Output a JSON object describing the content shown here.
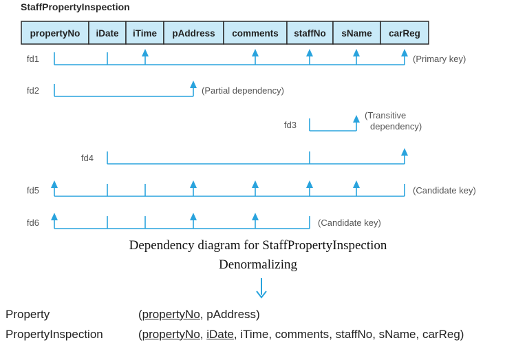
{
  "diagram": {
    "title": "StaffPropertyInspection",
    "attributes": [
      "propertyNo",
      "iDate",
      "iTime",
      "pAddress",
      "comments",
      "staffNo",
      "sName",
      "carReg"
    ],
    "colors": {
      "line": "#29a3dd",
      "cell_fill": "#c9eaf8",
      "border": "#2b2b2b",
      "label": "#555555"
    },
    "dependencies": [
      {
        "label": "fd1",
        "determinants": [
          0,
          1
        ],
        "dependents": [
          2,
          4,
          5,
          6,
          7
        ],
        "note": [
          "(Primary key)"
        ]
      },
      {
        "label": "fd2",
        "determinants": [
          0
        ],
        "dependents": [
          3
        ],
        "note": [
          "(Partial dependency)"
        ]
      },
      {
        "label": "fd3",
        "determinants": [
          5
        ],
        "dependents": [
          6
        ],
        "note": [
          "(Transitive",
          "dependency)"
        ]
      },
      {
        "label": "fd4",
        "determinants": [
          1,
          5
        ],
        "dependents": [
          7
        ],
        "note": []
      },
      {
        "label": "fd5",
        "determinants": [
          1,
          2,
          7
        ],
        "dependents": [
          0,
          3,
          4,
          5,
          6
        ],
        "note": [
          "(Candidate key)"
        ]
      },
      {
        "label": "fd6",
        "determinants": [
          1,
          2,
          5
        ],
        "dependents": [
          0,
          3,
          4
        ],
        "note": [
          "(Candidate key)"
        ]
      }
    ]
  },
  "caption": {
    "line1": "Dependency diagram for StaffPropertyInspection",
    "line2": "Denormalizing"
  },
  "relations": [
    {
      "name": "Property",
      "attrs": [
        {
          "text": "propertyNo",
          "pk": true
        },
        {
          "text": "pAddress",
          "pk": false
        }
      ]
    },
    {
      "name": "PropertyInspection",
      "attrs": [
        {
          "text": "propertyNo",
          "pk": true
        },
        {
          "text": "iDate",
          "pk": true
        },
        {
          "text": "iTime",
          "pk": false
        },
        {
          "text": "comments",
          "pk": false
        },
        {
          "text": "staffNo",
          "pk": false
        },
        {
          "text": "sName",
          "pk": false
        },
        {
          "text": "carReg",
          "pk": false
        }
      ]
    }
  ]
}
